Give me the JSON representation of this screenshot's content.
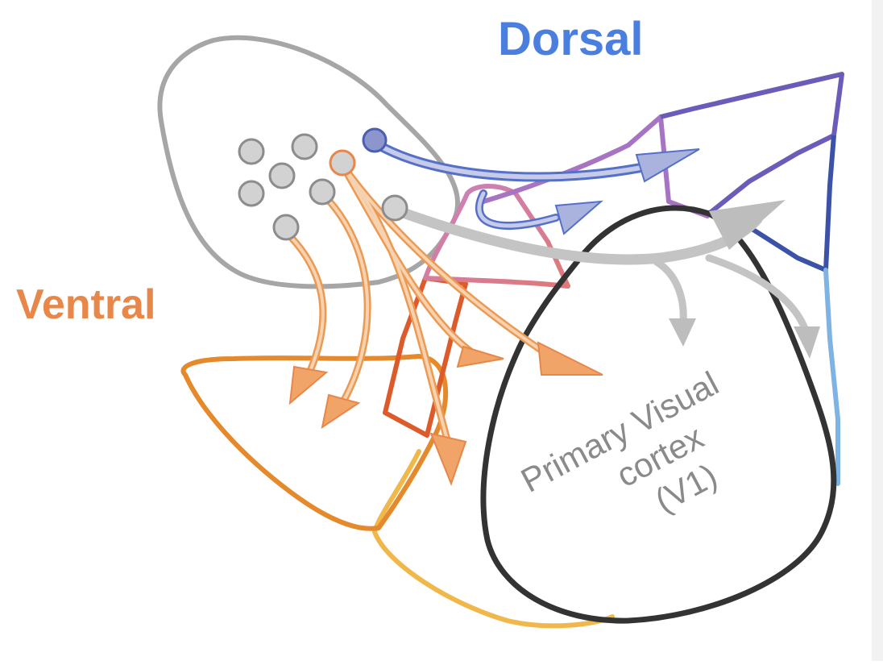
{
  "labels": {
    "dorsal": "Dorsal",
    "ventral": "Ventral",
    "v1_line1": "Primary Visual",
    "v1_line2": "cortex",
    "v1_line3": "(V1)"
  },
  "colors": {
    "dorsal": "#4a7fe0",
    "ventral": "#e8874a",
    "v1_outline": "#333333",
    "v1_text": "#8a8a8a",
    "thalamus_outline": "#a6a6a6",
    "node_fill": "#d2d2d2",
    "dorsal_node_fill": "#8c96cc"
  }
}
